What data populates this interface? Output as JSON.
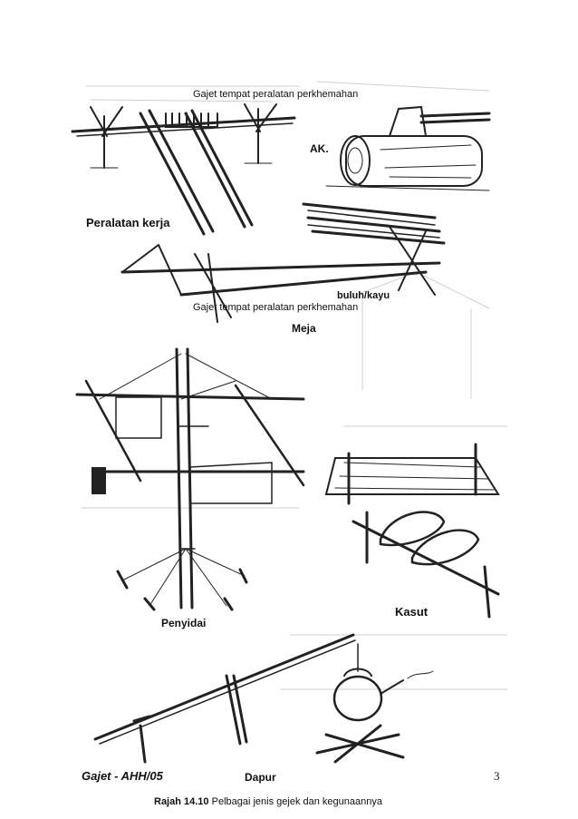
{
  "page": {
    "overlay_caption": "Gajet tempat peralatan perkhemahan",
    "labels": {
      "peralatan_kerja": "Peralatan kerja",
      "buluh_kayu": "buluh/kayu",
      "meja": "Meja",
      "penyidai": "Penyidai",
      "kasut": "Kasut",
      "dapur": "Dapur",
      "ak_fragment": "AK."
    },
    "figure_caption": {
      "number": "Rajah 14.10",
      "text": "Pelbagai jenis gejek dan kegunaannya"
    },
    "footer": {
      "left": "Gajet  -  AHH/05",
      "page_number": "3"
    }
  }
}
